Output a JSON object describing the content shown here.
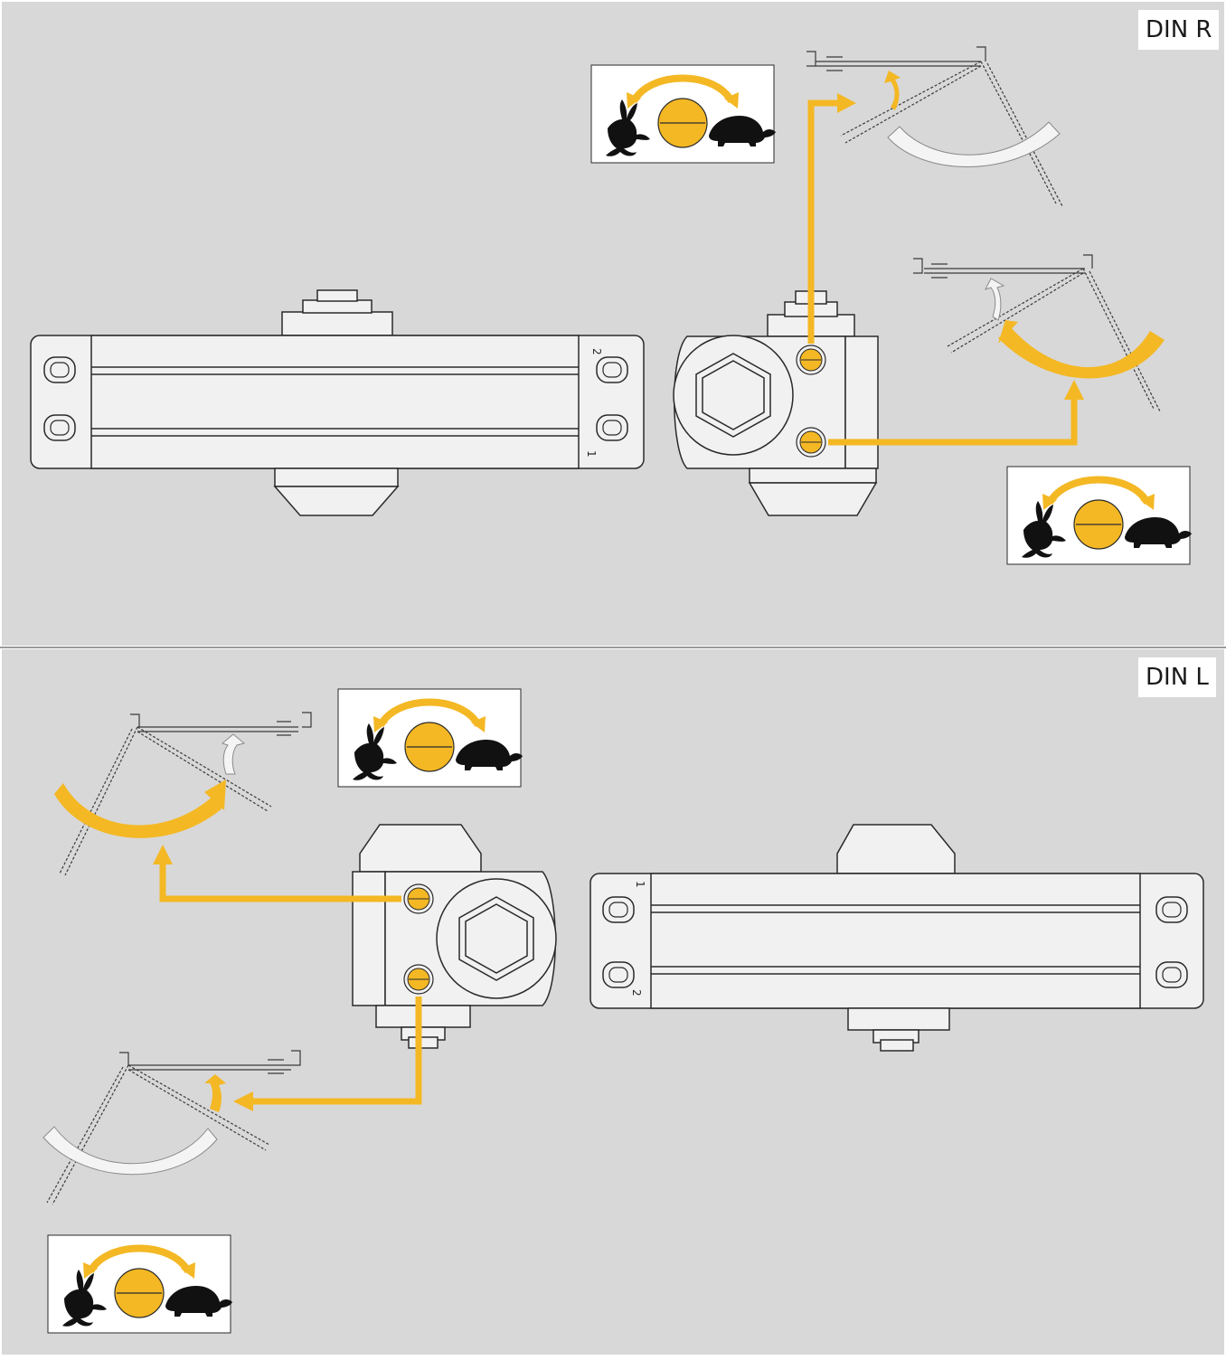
{
  "panels": {
    "top": {
      "label": "DIN R"
    },
    "bottom": {
      "label": "DIN L"
    }
  },
  "closer_markings": {
    "top_port_a": "2",
    "top_port_b": "1",
    "bottom_port_a": "1",
    "bottom_port_b": "2"
  },
  "speed_icons": [
    "rabbit-icon",
    "adjustment-screw-icon",
    "turtle-icon"
  ],
  "colors": {
    "background": "#d8d8d8",
    "accent_yellow": "#f4b824",
    "outline": "#2a2a2a",
    "divider": "#9a9a9a"
  }
}
